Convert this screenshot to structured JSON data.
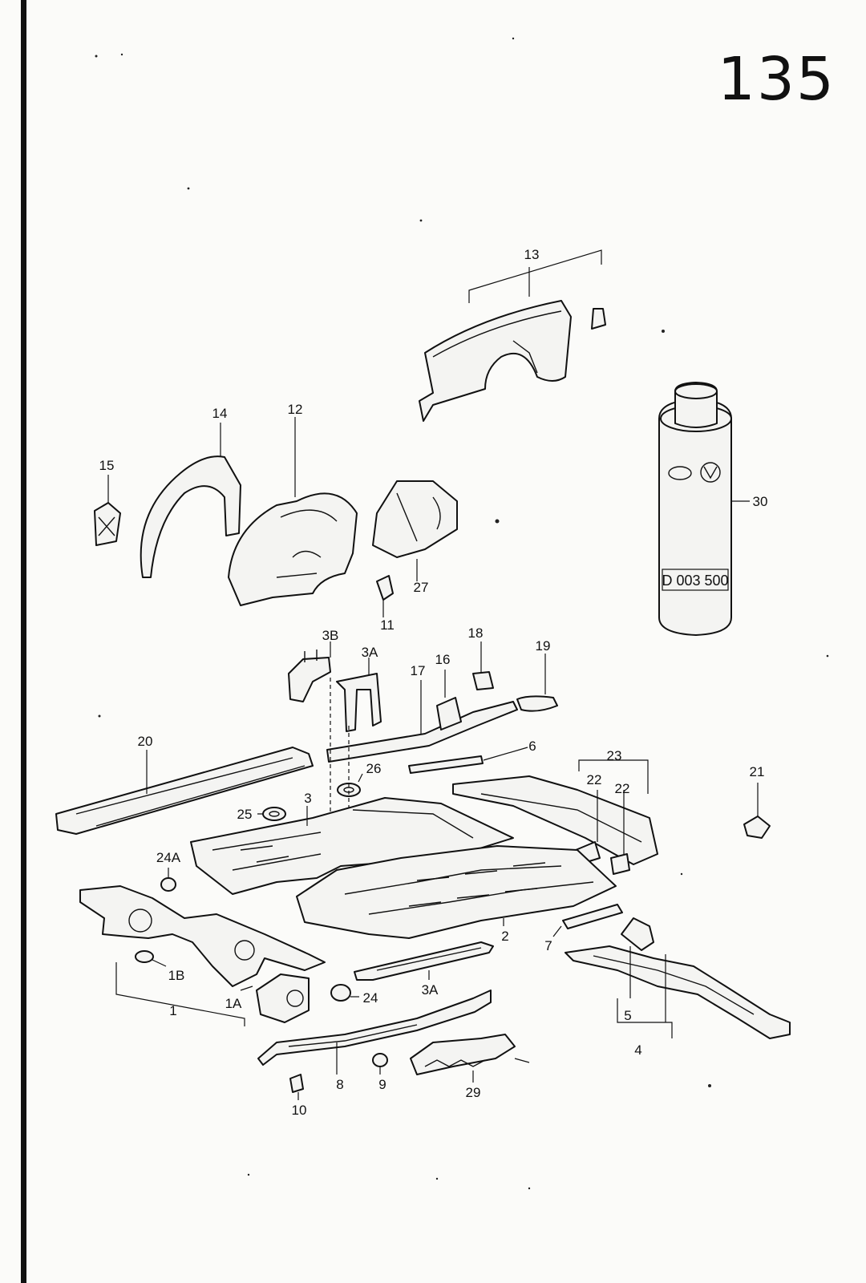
{
  "page_number": "135",
  "can_label": "D 003 500",
  "callouts": {
    "c13": "13",
    "c14": "14",
    "c12": "12",
    "c15": "15",
    "c27": "27",
    "c11": "11",
    "c30": "30",
    "c3B": "3B",
    "c3A_top": "3A",
    "c18": "18",
    "c19": "19",
    "c16": "16",
    "c17": "17",
    "c20": "20",
    "c6": "6",
    "c23": "23",
    "c21": "21",
    "c22a": "22",
    "c22b": "22",
    "c26": "26",
    "c25": "25",
    "c3": "3",
    "c24A": "24A",
    "c2": "2",
    "c7": "7",
    "c1B": "1B",
    "c1A": "1A",
    "c24": "24",
    "c3A_bot": "3A",
    "c1": "1",
    "c5": "5",
    "c4": "4",
    "c8": "8",
    "c9": "9",
    "c10": "10",
    "c29": "29"
  }
}
